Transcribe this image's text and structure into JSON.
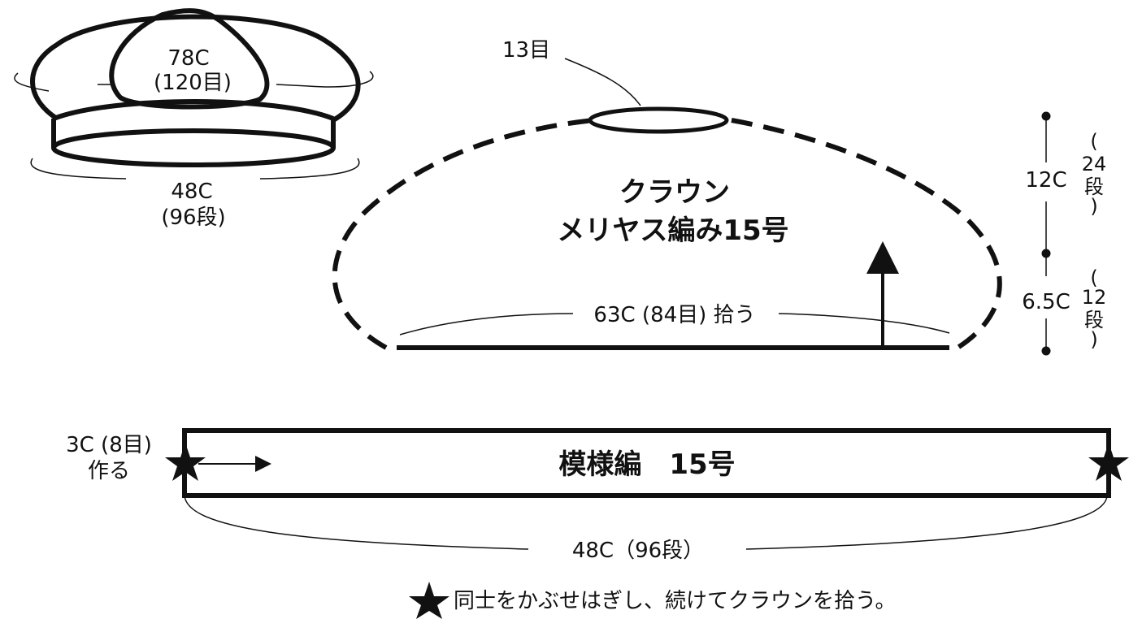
{
  "hat_preview": {
    "crown_circ": "78C",
    "crown_sts": "(120目)",
    "band_circ": "48C",
    "band_rows": "(96段)"
  },
  "crown_panel": {
    "top_sts": "13目",
    "title": "クラウン",
    "stitch": "メリヤス編み15号",
    "pickup": "63C (84目) 拾う"
  },
  "dimensions": {
    "upper": {
      "length": "12C",
      "rows": [
        "(",
        "24",
        "段",
        ")"
      ]
    },
    "lower": {
      "length": "6.5C",
      "rows": [
        "(",
        "12",
        "段",
        ")"
      ]
    }
  },
  "band_panel": {
    "cast_on_count": "3C (8目)",
    "cast_on_verb": "作る",
    "stitch": "模様編　15号",
    "length": "48C（96段）"
  },
  "note": "同士をかぶせはぎし、続けてクラウンを拾う。",
  "colors": {
    "ink": "#111111",
    "paper": "#ffffff"
  }
}
